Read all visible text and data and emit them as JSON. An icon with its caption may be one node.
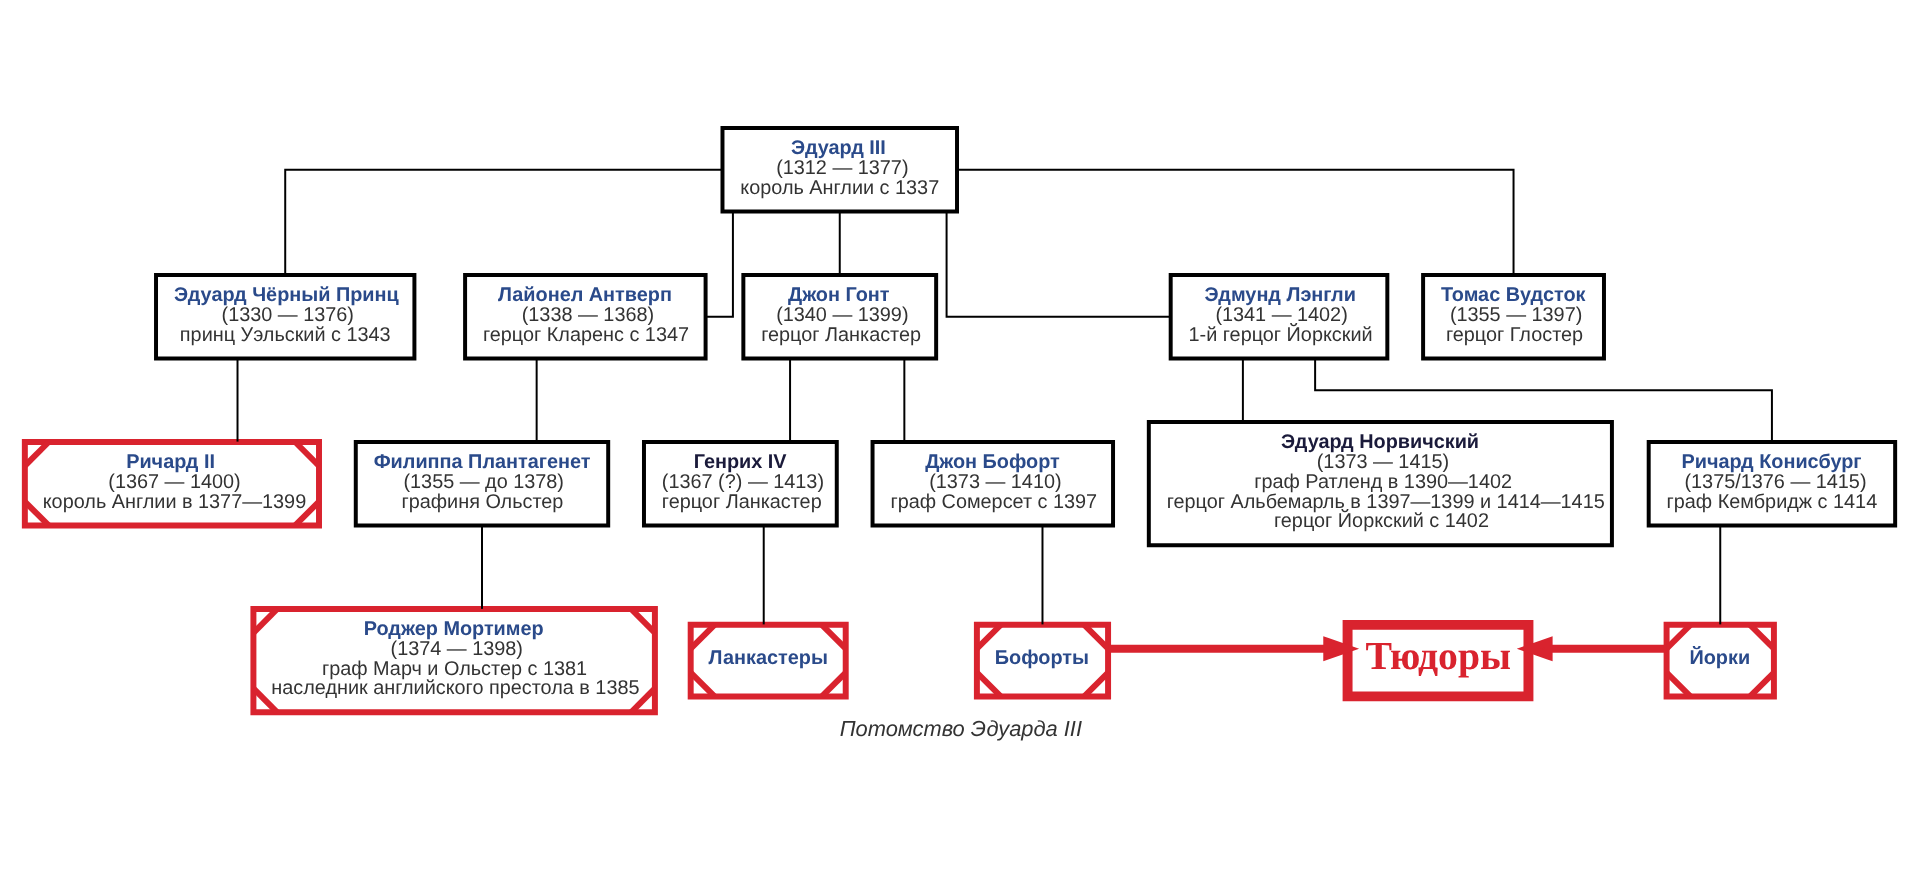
{
  "diagram": {
    "caption": "Потомство Эдуарда III",
    "nodes": [
      {
        "text": [
          "Эдуард III",
          "(1312 — 1377)",
          "король Англии с 1337"
        ]
      },
      {
        "text": [
          "Эдуард Чёрный Принц",
          "(1330 — 1376)",
          "принц Уэльский с 1343"
        ]
      },
      {
        "text": [
          "Лайонел Антверп",
          "(1338 — 1368)",
          "герцог Кларенс с 1347"
        ]
      },
      {
        "text": [
          "Джон Гонт",
          "(1340 — 1399)",
          "герцог Ланкастер"
        ]
      },
      {
        "text": [
          "Эдмунд Лэнгли",
          "(1341 — 1402)",
          "1-й герцог Йоркский"
        ]
      },
      {
        "text": [
          "Томас Вудсток",
          "(1355 — 1397)",
          "герцог Глостер"
        ]
      },
      {
        "text": [
          "Ричард II",
          "(1367 — 1400)",
          "король Англии в 1377—1399"
        ]
      },
      {
        "text": [
          "Филиппа Плантагенет",
          "(1355 — до 1378)",
          "графиня Ольстер"
        ]
      },
      {
        "text": [
          "Генрих IV",
          "(1367 (?) — 1413)",
          "герцог Ланкастер"
        ]
      },
      {
        "text": [
          "Джон Бофорт",
          "(1373 — 1410)",
          "граф Сомерсет с 1397"
        ]
      },
      {
        "text": [
          "Эдуард Норвичский",
          "(1373 — 1415)",
          "граф Ратленд в 1390—1402",
          "герцог Альбемарль в 1397—1399 и 1414—1415",
          "герцог Йоркский с 1402"
        ]
      },
      {
        "text": [
          "Ричард Конисбург",
          "(1375/1376 — 1415)",
          "граф Кембридж с 1414"
        ]
      },
      {
        "text": [
          "Роджер Мортимер",
          "(1374 — 1398)",
          "граф Марч и Ольстер с 1381",
          "наследник английского престола в 1385"
        ]
      },
      {
        "text": [
          "Ланкастеры"
        ]
      },
      {
        "text": [
          "Бофорты"
        ]
      },
      {
        "text": [
          "Йорки"
        ]
      },
      {
        "text": [
          "Тюдоры"
        ]
      }
    ],
    "edges": [
      {
        "from": 0,
        "to": 1,
        "arrow": "none"
      },
      {
        "from": 0,
        "to": 2,
        "arrow": "none"
      },
      {
        "from": 0,
        "to": 3,
        "arrow": "none"
      },
      {
        "from": 0,
        "to": 4,
        "arrow": "none"
      },
      {
        "from": 0,
        "to": 5,
        "arrow": "none"
      },
      {
        "from": 1,
        "to": 6,
        "arrow": "none"
      },
      {
        "from": 2,
        "to": 7,
        "arrow": "none"
      },
      {
        "from": 3,
        "to": 8,
        "arrow": "none"
      },
      {
        "from": 3,
        "to": 9,
        "arrow": "none"
      },
      {
        "from": 4,
        "to": 10,
        "arrow": "none"
      },
      {
        "from": 4,
        "to": 11,
        "arrow": "none"
      },
      {
        "from": 7,
        "to": 12,
        "arrow": "none"
      },
      {
        "from": 8,
        "to": 13,
        "arrow": "none"
      },
      {
        "from": 9,
        "to": 14,
        "arrow": "none"
      },
      {
        "from": 11,
        "to": 15,
        "arrow": "none"
      },
      {
        "from": 14,
        "to": 16,
        "arrow": "to",
        "style": "thick",
        "color": "#d9232e"
      },
      {
        "from": 15,
        "to": 16,
        "arrow": "to",
        "style": "thick",
        "color": "#d9232e"
      }
    ]
  }
}
